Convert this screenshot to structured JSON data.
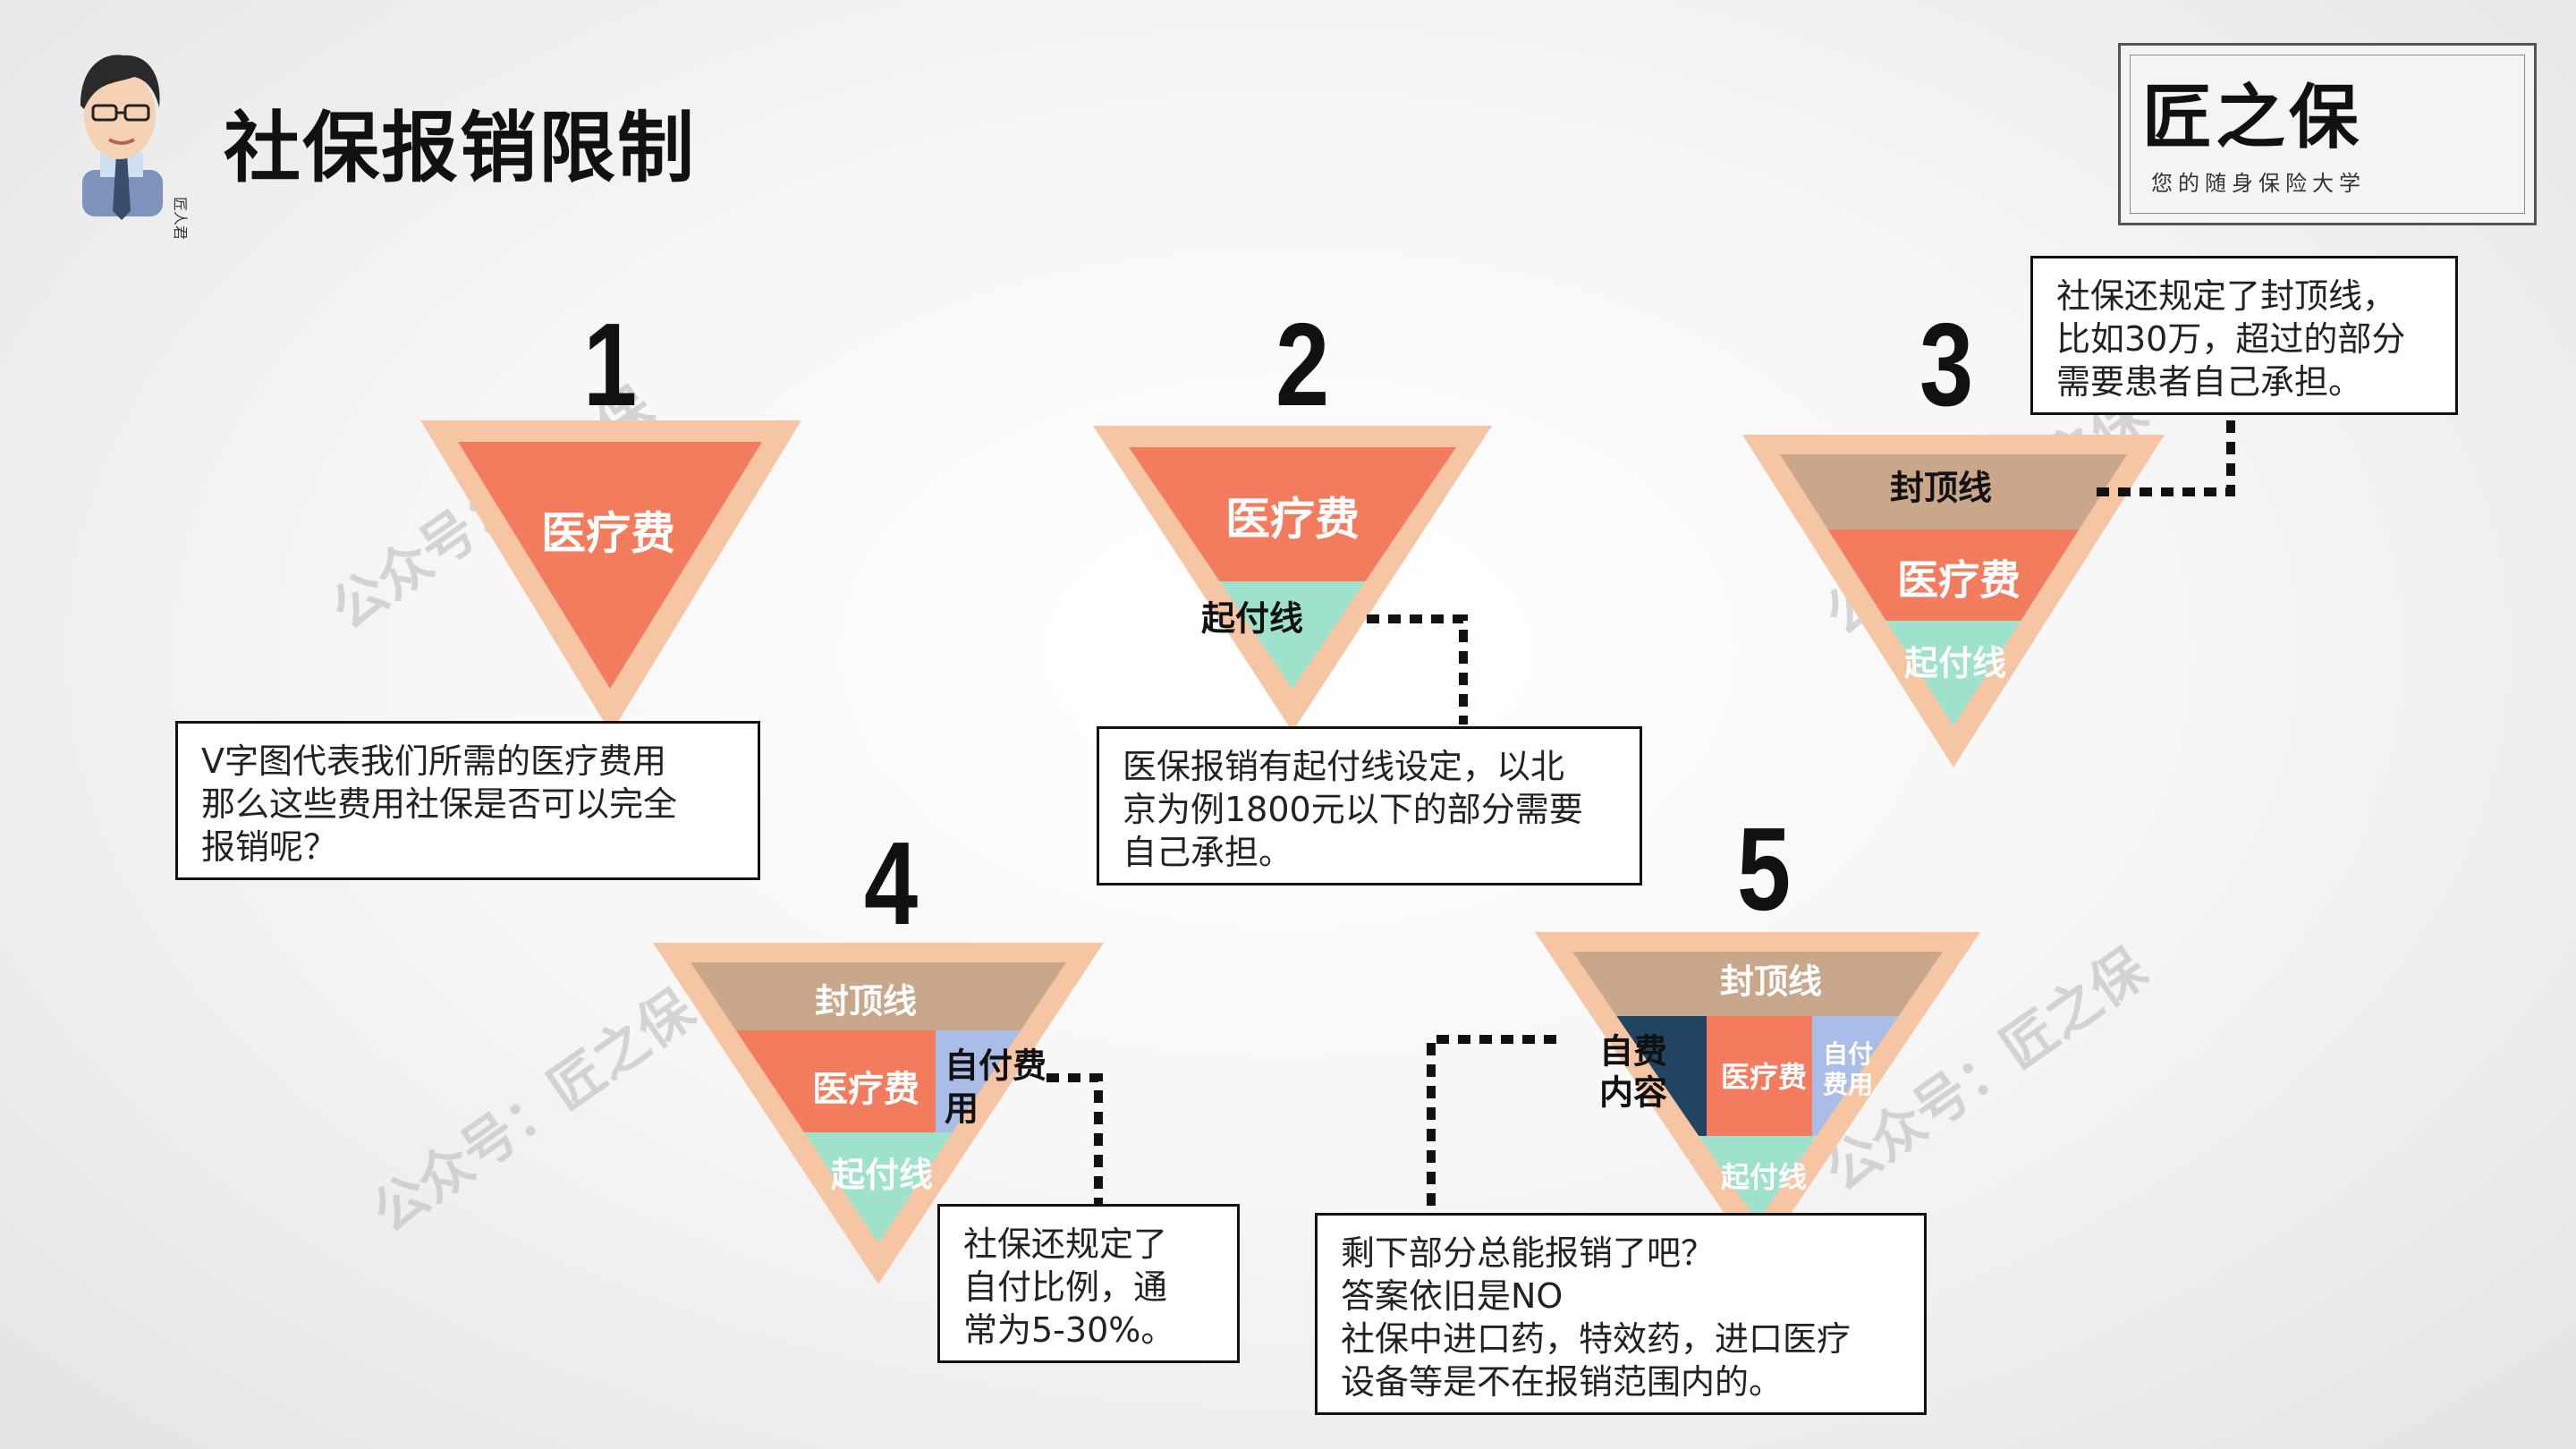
{
  "title": "社保报销限制",
  "brand": {
    "name": "匠之保",
    "slogan": "您的随身保险大学",
    "signature": "匠人君",
    "qr_center": "匠之保"
  },
  "watermark": "公众号：匠之保",
  "steps": [
    {
      "number": "1",
      "layers": [
        "医疗费"
      ],
      "callout": [
        "V字图代表我们所需的医疗费用",
        "那么这些费用社保是否可以完全",
        "报销呢？"
      ]
    },
    {
      "number": "2",
      "layers": [
        "医疗费",
        "起付线"
      ],
      "callout": [
        "医保报销有起付线设定，以北",
        "京为例1800元以下的部分需要",
        "自己承担。"
      ]
    },
    {
      "number": "3",
      "layers": [
        "封顶线",
        "医疗费",
        "起付线"
      ],
      "callout": [
        "社保还规定了封顶线，",
        "比如30万，超过的部分",
        "需要患者自己承担。"
      ]
    },
    {
      "number": "4",
      "layers": [
        "封顶线",
        "医疗费",
        "自付费",
        "用",
        "起付线"
      ],
      "callout": [
        "社保还规定了",
        "自付比例，通",
        "常为5-30%。"
      ]
    },
    {
      "number": "5",
      "layers": [
        "封顶线",
        "自费",
        "内容",
        "医疗费",
        "自付",
        "费用",
        "起付线"
      ],
      "callout": [
        "剩下部分总能报销了吧？",
        "答案依旧是NO",
        "社保中进口药，特效药，进口医疗",
        "设备等是不在报销范围内的。"
      ]
    }
  ],
  "colors": {
    "outer": "#f6c5a4",
    "medical": "#f47c5e",
    "deductible": "#9fe2cb",
    "cap": "#c9a78a",
    "copay": "#a9bde6",
    "selfpay": "#214463",
    "text_light": "#ffffff",
    "text_dark": "#111111"
  }
}
